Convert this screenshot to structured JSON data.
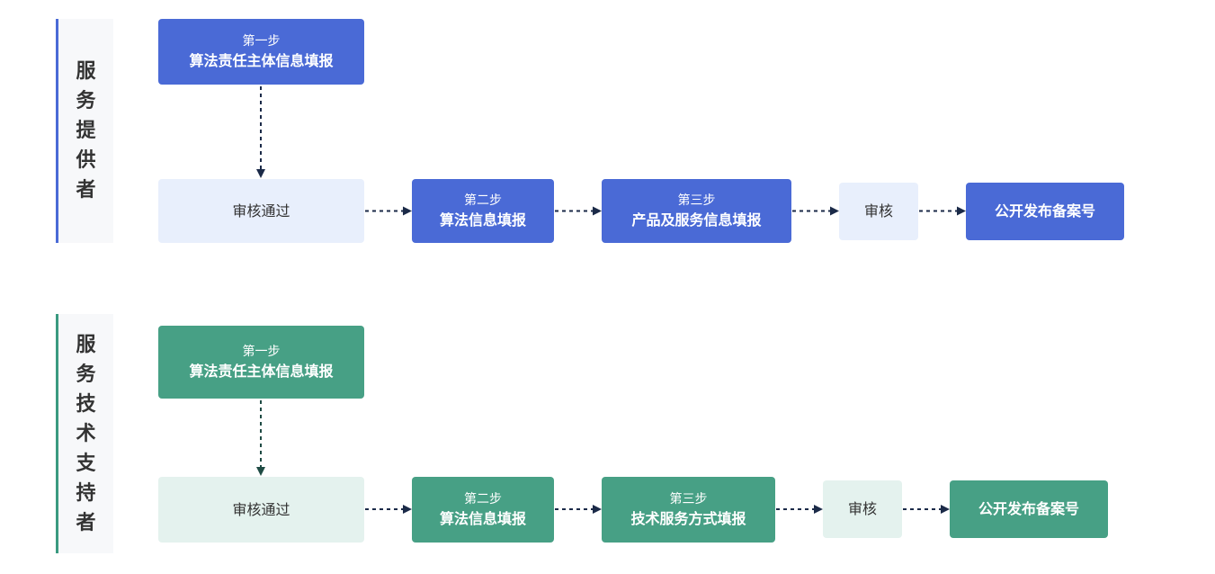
{
  "provider": {
    "label": [
      "服",
      "务",
      "提",
      "供",
      "者"
    ],
    "step1_tag": "第一步",
    "step1_title": "算法责任主体信息填报",
    "approved": "审核通过",
    "step2_tag": "第二步",
    "step2_title": "算法信息填报",
    "step3_tag": "第三步",
    "step3_title": "产品及服务信息填报",
    "review": "审核",
    "publish": "公开发布备案号"
  },
  "support": {
    "label": [
      "服",
      "务",
      "技",
      "术",
      "支",
      "持",
      "者"
    ],
    "step1_tag": "第一步",
    "step1_title": "算法责任主体信息填报",
    "approved": "审核通过",
    "step2_tag": "第二步",
    "step2_title": "算法信息填报",
    "step3_tag": "第三步",
    "step3_title": "技术服务方式填报",
    "review": "审核",
    "publish": "公开发布备案号"
  },
  "colors": {
    "blue_accent": "#4a6ad6",
    "blue_light": "#e8effc",
    "green_accent": "#47a085",
    "green_light": "#e4f2ee",
    "arrow_dark": "#1b2a48",
    "arrow_green": "#1f4b44"
  }
}
